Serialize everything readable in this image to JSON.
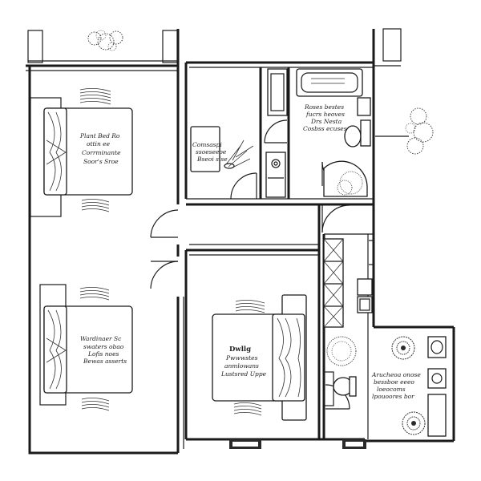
{
  "plan": {
    "labels": {
      "bedroom_top": [
        "Plant Bed Ro",
        "ottin ee",
        "Corrminante",
        "Soor's Sroe"
      ],
      "bedroom_bottom": [
        "Wardinaer Sc",
        "swaters obao",
        "Lofis noes",
        "Bewas asserts"
      ],
      "bedroom_center": [
        "Dwllg",
        "Pwwwstes",
        "anmlowans",
        "Lustsred Uppe"
      ],
      "study": [
        "Comsaspi",
        "ssoeseeoe",
        "Bseoi sise"
      ],
      "bathroom": [
        "Roses bestes",
        "fucrs heoves",
        "Drs Nesta",
        "Cosbss ecuses"
      ],
      "utility": [
        "Arucheoa onose",
        "bessboe eeeo",
        "loeocoms",
        "lpouoores bor"
      ]
    }
  }
}
